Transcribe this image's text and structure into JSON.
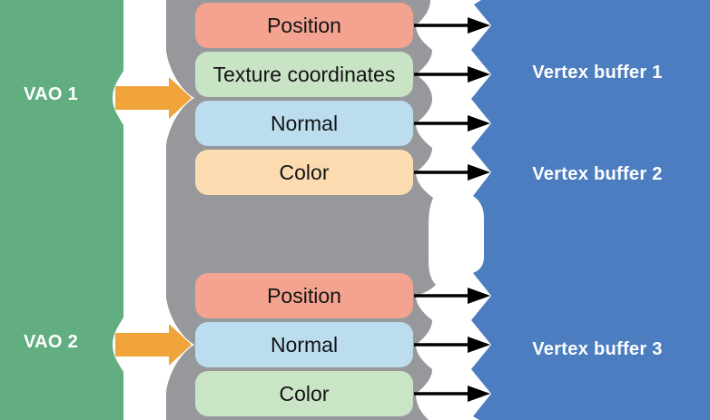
{
  "diagram": {
    "colors": {
      "vao_panel": "#62AE80",
      "attribute_panel": "#97989B",
      "buffer_panel": "#4C7DC0",
      "orange_arrow": "#F0A43A",
      "black_arrow": "#000000",
      "box_text": "#141414",
      "panel_text": "#FFFFFF"
    },
    "vaos": [
      {
        "label": "VAO 1"
      },
      {
        "label": "VAO 2"
      }
    ],
    "attributes": {
      "group1": [
        {
          "label": "Position",
          "color": "#F3A390"
        },
        {
          "label": "Texture coordinates",
          "color": "#C9E3C5"
        },
        {
          "label": "Normal",
          "color": "#BBDDEE"
        },
        {
          "label": "Color",
          "color": "#FCDBB1"
        }
      ],
      "group2": [
        {
          "label": "Position",
          "color": "#F3A390"
        },
        {
          "label": "Normal",
          "color": "#BBDDEE"
        },
        {
          "label": "Color",
          "color": "#CAE4C6"
        }
      ]
    },
    "buffers": [
      {
        "label": "Vertex buffer 1"
      },
      {
        "label": "Vertex buffer 2"
      },
      {
        "label": "Vertex buffer 3"
      }
    ]
  }
}
